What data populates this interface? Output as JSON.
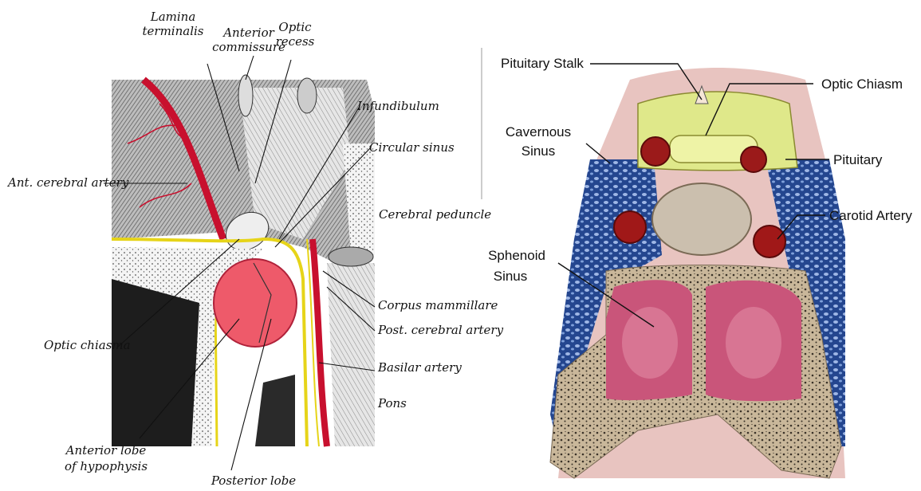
{
  "left_figure": {
    "labels": {
      "lamina_terminalis": [
        "Lamina",
        "terminalis"
      ],
      "anterior_commissure": [
        "Anterior",
        "commissure"
      ],
      "optic_recess": [
        "Optic",
        "recess"
      ],
      "infundibulum": "Infundibulum",
      "circular_sinus": "Circular sinus",
      "ant_cerebral_artery": "Ant. cerebral artery",
      "cerebral_peduncle": "Cerebral peduncle",
      "corpus_mammillare": "Corpus mammillare",
      "post_cerebral_artery": "Post. cerebral artery",
      "optic_chiasma": "Optic chiasma",
      "basilar_artery": "Basilar artery",
      "pons": "Pons",
      "anterior_lobe": [
        "Anterior lobe",
        "of hypophysis"
      ],
      "posterior_lobe": "Posterior lobe"
    }
  },
  "right_figure": {
    "labels": {
      "pituitary_stalk": "Pituitary Stalk",
      "optic_chiasm": "Optic Chiasm",
      "cavernous_sinus": [
        "Cavernous",
        "Sinus"
      ],
      "pituitary": "Pituitary",
      "carotid_artery": "Carotid Artery",
      "sphenoid_sinus": [
        "Sphenoid",
        "Sinus"
      ]
    }
  },
  "colors": {
    "artery_red": "#c8102e",
    "gland_pink": "#ee5a6a",
    "dura_yellow": "#e6d419",
    "brain_gray": "#9a9a9a",
    "sinus_blue": "#2d4f9a",
    "chiasm_green": "#dfe88a",
    "bone_tan": "#c9b79a",
    "mucosa_pink": "#c9557a"
  }
}
